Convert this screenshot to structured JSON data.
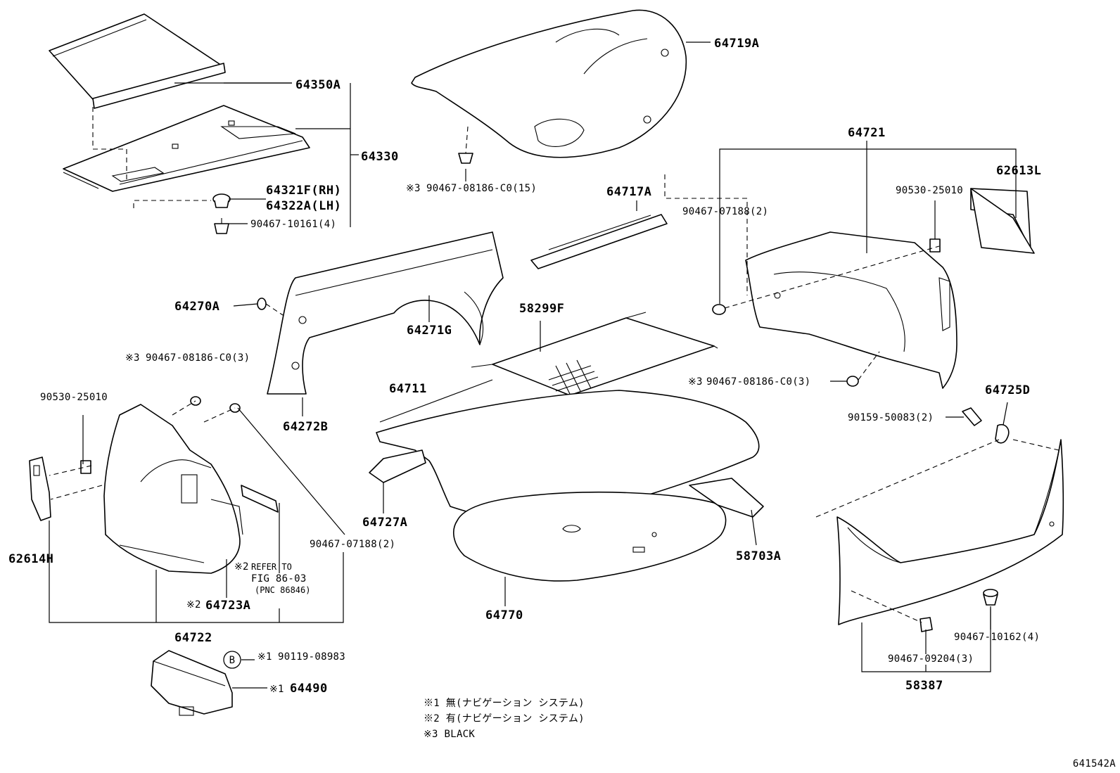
{
  "labels": {
    "p64719A": "64719A",
    "p64350A": "64350A",
    "p64330": "64330",
    "p64321F": "64321F(RH)",
    "p64322A": "64322A(LH)",
    "p90467_10161": "90467-10161(4)",
    "p90467_08186_15": "90467-08186-C0(15)",
    "p90467_08186_15_mark": "※3",
    "p64721": "64721",
    "p62613L": "62613L",
    "p90530_right": "90530-25010",
    "p64717A": "64717A",
    "p90467_07188_right": "90467-07188(2)",
    "p64270A": "64270A",
    "p64271G": "64271G",
    "p58299F": "58299F",
    "p90467_08186_3_left": "90467-08186-C0(3)",
    "p90467_08186_3_left_mark": "※3",
    "p90530_left": "90530-25010",
    "p64711": "64711",
    "p64272B": "64272B",
    "p90467_08186_3_right": "90467-08186-C0(3)",
    "p90467_08186_3_right_mark": "※3",
    "p64725D": "64725D",
    "p90159_50083": "90159-50083(2)",
    "p64727A": "64727A",
    "p90467_07188_left": "90467-07188(2)",
    "p62614H": "62614H",
    "refer_mark": "※2",
    "refer_line1": "REFER TO",
    "refer_line2": "FIG 86-03",
    "refer_line3": "(PNC 86846)",
    "p58703A": "58703A",
    "p64723A_mark": "※2",
    "p64723A": "64723A",
    "p64770": "64770",
    "p64722": "64722",
    "p90467_10162": "90467-10162(4)",
    "p90467_09204": "90467-09204(3)",
    "p58387": "58387",
    "p90119_mark": "※1",
    "p90119_08983": "90119-08983",
    "circle_b": "B",
    "p64490_mark": "※1",
    "p64490": "64490"
  },
  "notes": [
    "※1 無(ナビゲーション システム)",
    "※2 有(ナビゲーション システム)",
    "※3 BLACK"
  ],
  "figure_code": "641542A"
}
